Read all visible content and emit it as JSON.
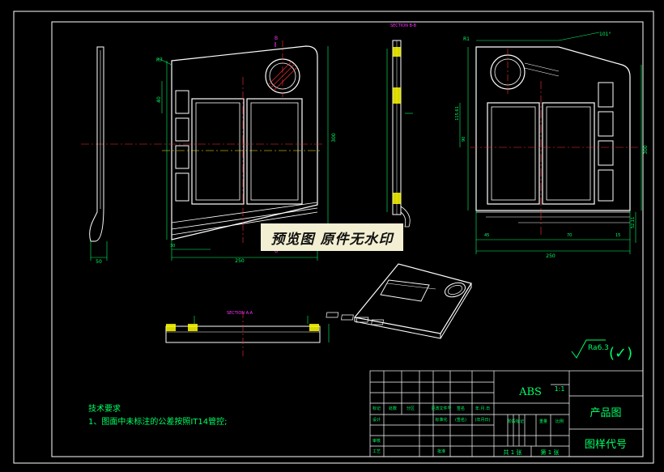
{
  "views": {
    "section_top": "SECTION B-B",
    "section_bottom": "SECTION A-A",
    "marker_b": "B",
    "marker_a": "A"
  },
  "dimensions": {
    "front_width": "250",
    "right_width": "250",
    "front_height": "300",
    "right_height": "300",
    "side_width": "50",
    "left_top": "R7",
    "right_top": "R1",
    "right_angle": "101°",
    "d1": "40",
    "d2": "90",
    "d3": "30",
    "d4": "115.61",
    "d5": "52.11",
    "d6": "45",
    "d7": "70",
    "d8": "15"
  },
  "surface_finish": {
    "value": "Ra6.3",
    "suffix": "(✓)"
  },
  "notes": {
    "title": "技术要求",
    "line1": "1、图面中未标注的公差按照IT14管控;"
  },
  "title_block": {
    "material": "ABS",
    "scale": "1:1",
    "product": "产品图",
    "drawing_no": "图样代号",
    "row_headers": [
      "标记",
      "处数",
      "分区",
      "更改文件号",
      "签名",
      "年.月.日"
    ],
    "design": "设计",
    "standardize": "标准化",
    "sign": "(签名)",
    "date": "(年月日)",
    "stage_headers": [
      "阶段标记",
      "重量",
      "比例"
    ],
    "review": "审核",
    "process": "工艺",
    "approve": "批准",
    "sheet_total": "共 1 张",
    "sheet_no": "第 1 张"
  },
  "watermark": "预览图 原件无水印",
  "colors": {
    "background": "#000000",
    "outline": "#ffffff",
    "dimension": "#00ff66",
    "centerline": "#ff3030",
    "hatch": "#ffff00",
    "label": "#ff33ff"
  }
}
